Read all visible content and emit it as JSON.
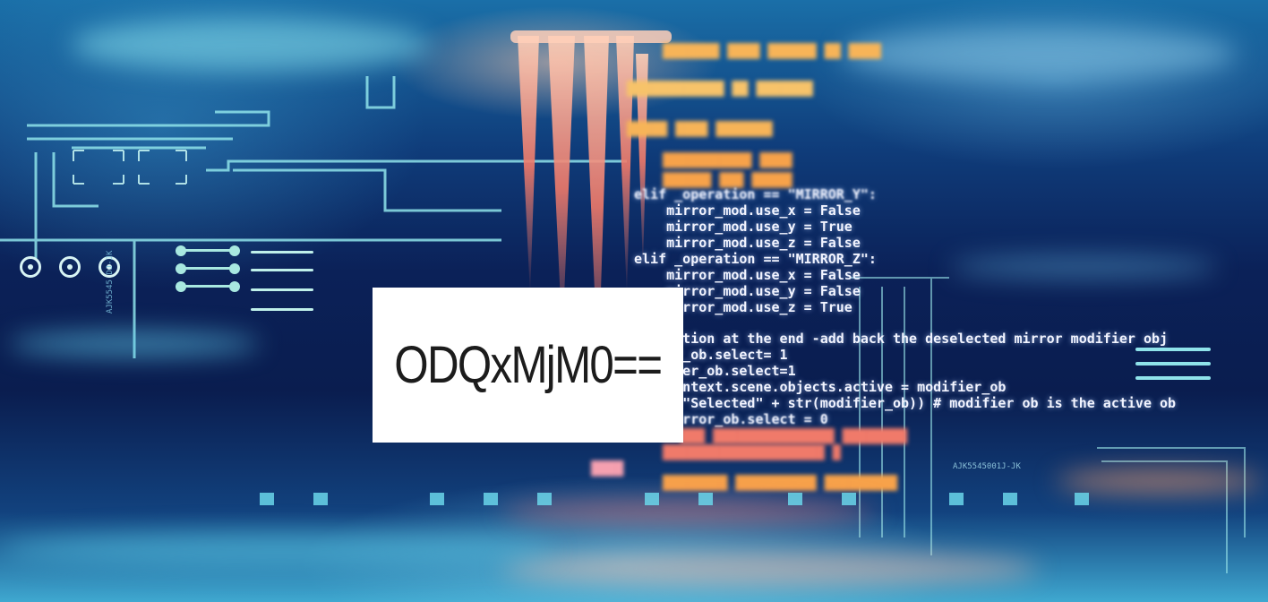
{
  "image": {
    "captcha_text": "ODQxMjM0==",
    "code_lines": [
      "elif _operation == \"MIRROR_Y\":",
      "    mirror_mod.use_x = False",
      "    mirror_mod.use_y = True",
      "    mirror_mod.use_z = False",
      "elif _operation == \"MIRROR_Z\":",
      "    mirror_mod.use_x = False",
      "    mirror_mod.use_y = False",
      "    mirror_mod.use_z = True",
      "",
      "#selection at the end -add back the deselected mirror modifier obj",
      "mirror_ob.select= 1",
      "modifier_ob.select=1",
      "bpy.context.scene.objects.active = modifier_ob",
      "print(\"Selected\" + str(modifier_ob)) # modifier ob is the active ob",
      "    mirror_ob.select = 0"
    ],
    "labels": [
      "AJK5545001J-JK",
      "AJK5545 DJ-JK"
    ],
    "colors": {
      "background": "#0b1e4a",
      "cyan": "#6ad6ea",
      "orange": "#f7a24a",
      "pink": "#f07a6a",
      "card": "#ffffff",
      "captcha_ink": "#1c1c1c"
    }
  }
}
